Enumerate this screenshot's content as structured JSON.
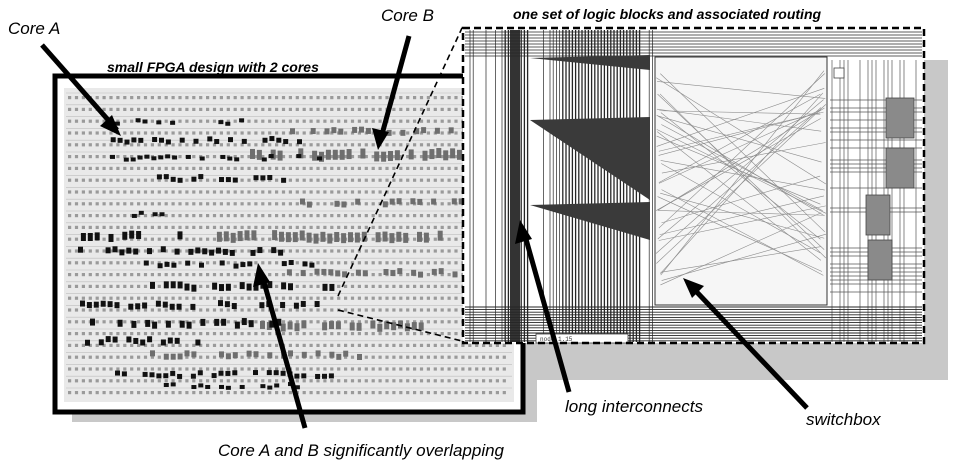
{
  "labels": {
    "core_a": "Core A",
    "core_b": "Core B",
    "fpga_title": "small FPGA design with 2 cores",
    "zoom_title": "one set of logic blocks and associated routing",
    "overlap": "Core A and B significantly overlapping",
    "long_interconnects": "long interconnects",
    "switchbox": "switchbox",
    "coord_readout": "node 1.15"
  },
  "colors": {
    "core_a": "#111111",
    "core_b": "#6e6e6e",
    "shadow": "#c8c8c8",
    "routing": "#262626",
    "logic_block": "#8a8a8a",
    "background": "#ffffff"
  }
}
